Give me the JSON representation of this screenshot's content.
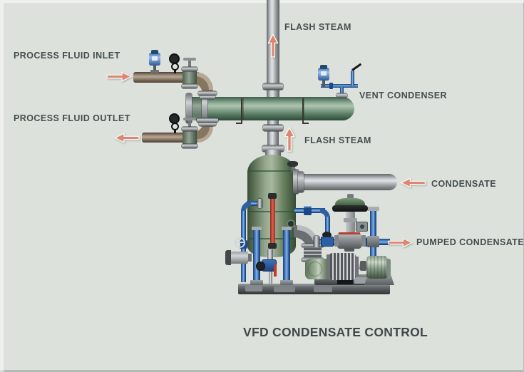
{
  "title": {
    "text": "VFD CONDENSATE CONTROL"
  },
  "labels": {
    "flash_steam_top": "FLASH STEAM",
    "flash_steam_mid": "FLASH STEAM",
    "vent_condenser": "VENT CONDENSER",
    "process_fluid_inlet": "PROCESS FLUID INLET",
    "process_fluid_outlet": "PROCESS FLUID OUTLET",
    "condensate": "CONDENSATE",
    "pumped_condensate": "PUMPED CONDENSATE"
  },
  "arrows": [
    {
      "name": "flash-steam-top",
      "direction": "up"
    },
    {
      "name": "flash-steam-mid",
      "direction": "up"
    },
    {
      "name": "process-fluid-inlet",
      "direction": "right"
    },
    {
      "name": "process-fluid-outlet",
      "direction": "left"
    },
    {
      "name": "condensate",
      "direction": "left"
    },
    {
      "name": "pumped-condensate",
      "direction": "right"
    }
  ],
  "colors": {
    "background": "#dce1db",
    "label_text": "#454e50",
    "arrow_fill": "#dd8672",
    "vessel_green": "#6f8d77",
    "pipe_gray": "#a7abad",
    "pipe_blue": "#2d62a6",
    "pipe_brown": "#8a7868",
    "sight_glass_red": "#c0392b",
    "skid_gray": "#474c4f"
  }
}
